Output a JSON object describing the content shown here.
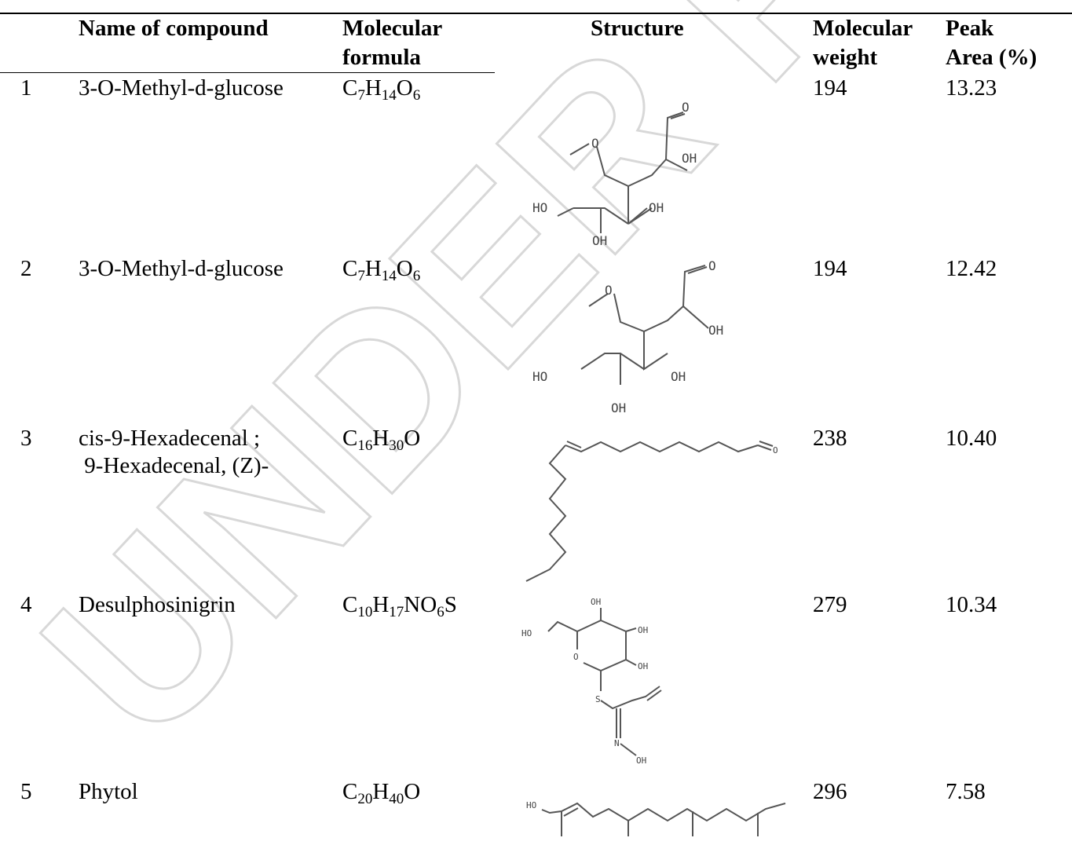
{
  "table": {
    "headers": {
      "name": "Name of compound",
      "formula_line1": "Molecular",
      "formula_line2": "formula",
      "structure": "Structure",
      "weight_line1": "Molecular",
      "weight_line2": "weight",
      "peak_line1": "Peak",
      "peak_line2": "Area (%)"
    },
    "rows": [
      {
        "index": "1",
        "name": "3-O-Methyl-d-glucose",
        "formula": [
          {
            "t": "C"
          },
          {
            "s": "7"
          },
          {
            "t": "H"
          },
          {
            "s": "14"
          },
          {
            "t": "O"
          },
          {
            "s": "6"
          }
        ],
        "weight": "194",
        "peak_area": "13.23",
        "structure_labels": {
          "o": "O",
          "ome": "O",
          "oh1": "OH",
          "ho": "HO",
          "oh2": "OH",
          "oh3": "OH"
        }
      },
      {
        "index": "2",
        "name": "3-O-Methyl-d-glucose",
        "formula": [
          {
            "t": "C"
          },
          {
            "s": "7"
          },
          {
            "t": "H"
          },
          {
            "s": "14"
          },
          {
            "t": "O"
          },
          {
            "s": "6"
          }
        ],
        "weight": "194",
        "peak_area": "12.42",
        "structure_labels": {
          "o": "O",
          "ome": "O",
          "oh1": "OH",
          "ho": "HO",
          "oh2": "OH",
          "oh3": "OH"
        }
      },
      {
        "index": "3",
        "name_line1": "cis-9-Hexadecenal ;",
        "name_line2": " 9-Hexadecenal, (Z)-",
        "formula": [
          {
            "t": "C"
          },
          {
            "s": "16"
          },
          {
            "t": "H"
          },
          {
            "s": "30"
          },
          {
            "t": "O"
          }
        ],
        "weight": "238",
        "peak_area": "10.40",
        "structure_labels": {
          "o": "O"
        }
      },
      {
        "index": "4",
        "name": "Desulphosinigrin",
        "formula": [
          {
            "t": "C"
          },
          {
            "s": "10"
          },
          {
            "t": "H"
          },
          {
            "s": "17"
          },
          {
            "t": "NO"
          },
          {
            "s": "6"
          },
          {
            "t": "S"
          }
        ],
        "weight": "279",
        "peak_area": "10.34",
        "structure_labels": {
          "oh_top": "OH",
          "ho": "HO",
          "oh_right": "OH",
          "o_ring": "O",
          "oh_low": "OH",
          "s": "S",
          "n": "N",
          "oh_n": "OH"
        }
      },
      {
        "index": "5",
        "name": "Phytol",
        "formula": [
          {
            "t": "C"
          },
          {
            "s": "20"
          },
          {
            "t": "H"
          },
          {
            "s": "40"
          },
          {
            "t": "O"
          }
        ],
        "weight": "296",
        "peak_area": "7.58",
        "structure_labels": {
          "ho": "HO"
        }
      }
    ]
  },
  "watermark": "UNDER PEER REVIEW"
}
